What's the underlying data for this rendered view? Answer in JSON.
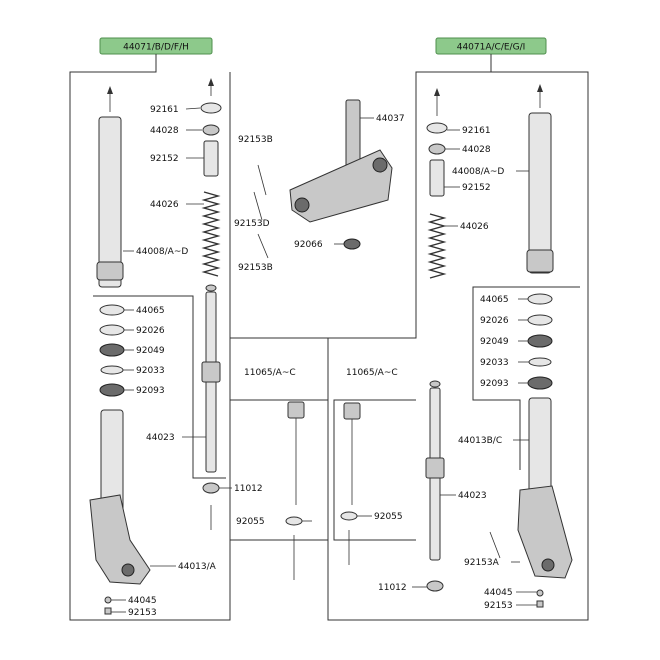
{
  "headers": {
    "left": "44071/B/D/F/H",
    "right": "44071A/C/E/G/I"
  },
  "labels": {
    "p92161_l": "92161",
    "p44028_l": "44028",
    "p92152_l": "92152",
    "p44026_l": "44026",
    "p44008_l": "44008/A~D",
    "p44065_l": "44065",
    "p92026_l": "92026",
    "p92049_l": "92049",
    "p92033_l": "92033",
    "p92093_l": "92093",
    "p44023_l": "44023",
    "p11012_l": "11012",
    "p44013_l": "44013/A",
    "p44045_l": "44045",
    "p92153_l": "92153",
    "p92153b_1": "92153B",
    "p92153d": "92153D",
    "p92153b_2": "92153B",
    "p44037": "44037",
    "p92066": "92066",
    "p11065_l": "11065/A~C",
    "p92055_l": "92055",
    "p11065_r": "11065/A~C",
    "p92055_r": "92055",
    "p92161_r": "92161",
    "p44028_r": "44028",
    "p44008_r": "44008/A~D",
    "p92152_r": "92152",
    "p44026_r": "44026",
    "p44065_r": "44065",
    "p92026_r": "92026",
    "p92049_r": "92049",
    "p92033_r": "92033",
    "p92093_r": "92093",
    "p44013_r": "44013B/C",
    "p44023_r": "44023",
    "p11012_r": "11012",
    "p92153a": "92153A",
    "p44045_r": "44045",
    "p92153_r": "92153"
  },
  "colors": {
    "header_fill": "#8dc98b",
    "line": "#333333"
  }
}
